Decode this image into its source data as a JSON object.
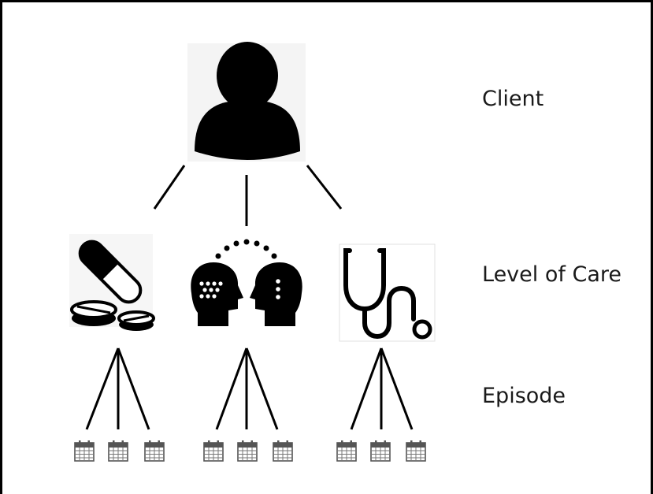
{
  "levels": {
    "client": "Client",
    "level_of_care": "Level of Care",
    "episode": "Episode"
  },
  "icons": {
    "client": "person-icon",
    "care_types": [
      "pills-icon",
      "therapy-heads-icon",
      "stethoscope-icon"
    ],
    "episode": "calendar-icon"
  },
  "colors": {
    "foreground": "#000000",
    "background": "#ffffff",
    "text": "#1a1a1a"
  }
}
